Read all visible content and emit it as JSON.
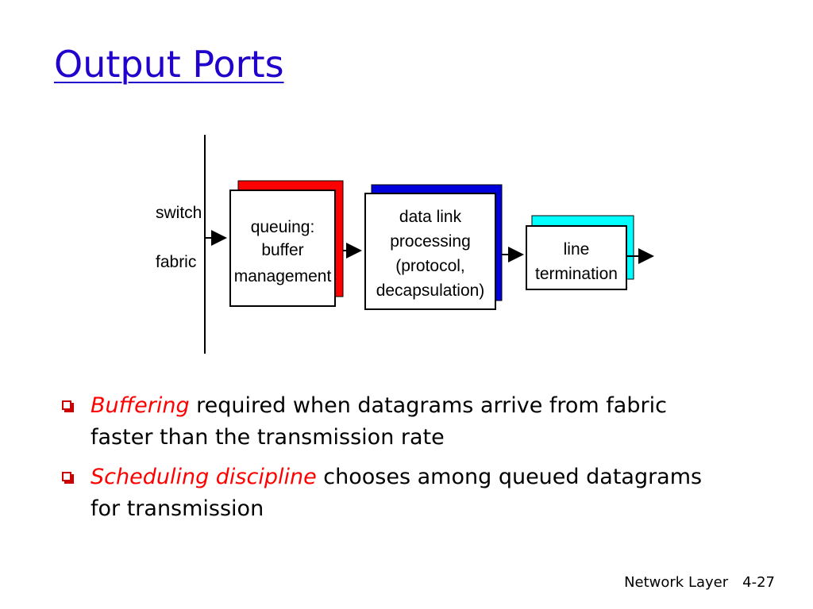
{
  "slide": {
    "title": "Output Ports"
  },
  "diagram": {
    "switch_label": "switch",
    "fabric_label": "fabric",
    "box1": {
      "line1": "queuing:",
      "line2": "buffer",
      "line3": "management",
      "shadow_color": "#ff0000"
    },
    "box2": {
      "line1": "data link",
      "line2": "processing",
      "line3": "(protocol,",
      "line4": "decapsulation)",
      "shadow_color": "#0000dd"
    },
    "box3": {
      "line1": "line",
      "line2": "termination",
      "shadow_color": "#00ffff"
    }
  },
  "bullets": [
    {
      "highlight": "Buffering",
      "text": " required when datagrams arrive from fabric faster than the transmission rate"
    },
    {
      "highlight": "Scheduling discipline",
      "text": " chooses among queued datagrams for transmission"
    }
  ],
  "footer": {
    "chapter": "Network Layer",
    "page": "4-27"
  },
  "colors": {
    "title": "#2200cc",
    "highlight": "#ff0000",
    "bullet_marker": "#cc0000"
  }
}
